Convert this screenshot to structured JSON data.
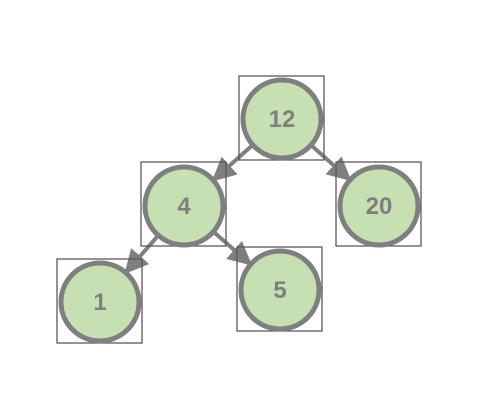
{
  "diagram": {
    "type": "binary-search-tree",
    "colors": {
      "node_fill": "#c6e0b4",
      "node_stroke": "#7f7f7f",
      "label": "#7f7f7f",
      "box_stroke": "#595959",
      "edge": "#7f7f7f",
      "background": "#ffffff"
    },
    "nodes": [
      {
        "id": "n12",
        "label": "12"
      },
      {
        "id": "n4",
        "label": "4"
      },
      {
        "id": "n20",
        "label": "20"
      },
      {
        "id": "n1",
        "label": "1"
      },
      {
        "id": "n5",
        "label": "5"
      }
    ],
    "edges": [
      {
        "from": "n12",
        "to": "n4"
      },
      {
        "from": "n12",
        "to": "n20"
      },
      {
        "from": "n4",
        "to": "n1"
      },
      {
        "from": "n4",
        "to": "n5"
      }
    ]
  }
}
